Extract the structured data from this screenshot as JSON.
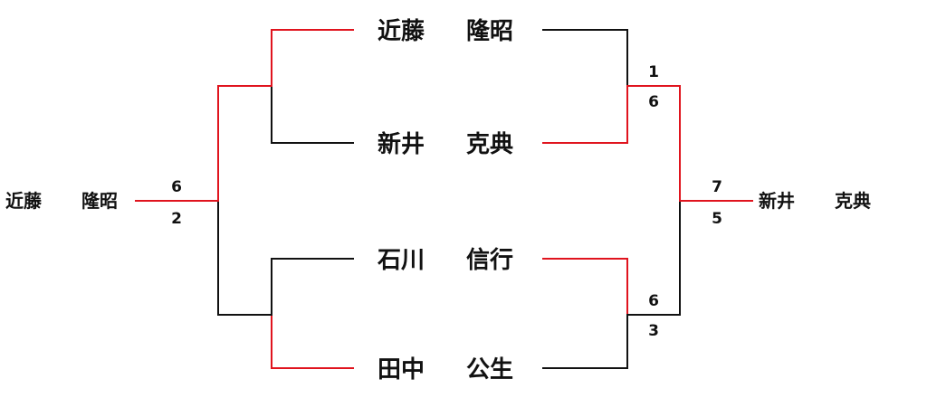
{
  "colors": {
    "winner_line": "#e0141e",
    "loser_line": "#111111",
    "text": "#111111"
  },
  "players": [
    {
      "id": "p1",
      "family": "近藤",
      "given": "隆昭"
    },
    {
      "id": "p2",
      "family": "新井",
      "given": "克典"
    },
    {
      "id": "p3",
      "family": "石川",
      "given": "信行"
    },
    {
      "id": "p4",
      "family": "田中",
      "given": "公生"
    }
  ],
  "left_bracket": {
    "winner": {
      "family": "近藤",
      "given": "隆昭"
    },
    "score_top": "6",
    "score_bottom": "2"
  },
  "right_bracket": {
    "semifinal_top": {
      "score_top": "1",
      "score_bottom": "6"
    },
    "semifinal_bottom": {
      "score_top": "6",
      "score_bottom": "3"
    },
    "final": {
      "score_top": "7",
      "score_bottom": "5"
    },
    "winner": {
      "family": "新井",
      "given": "克典"
    }
  }
}
